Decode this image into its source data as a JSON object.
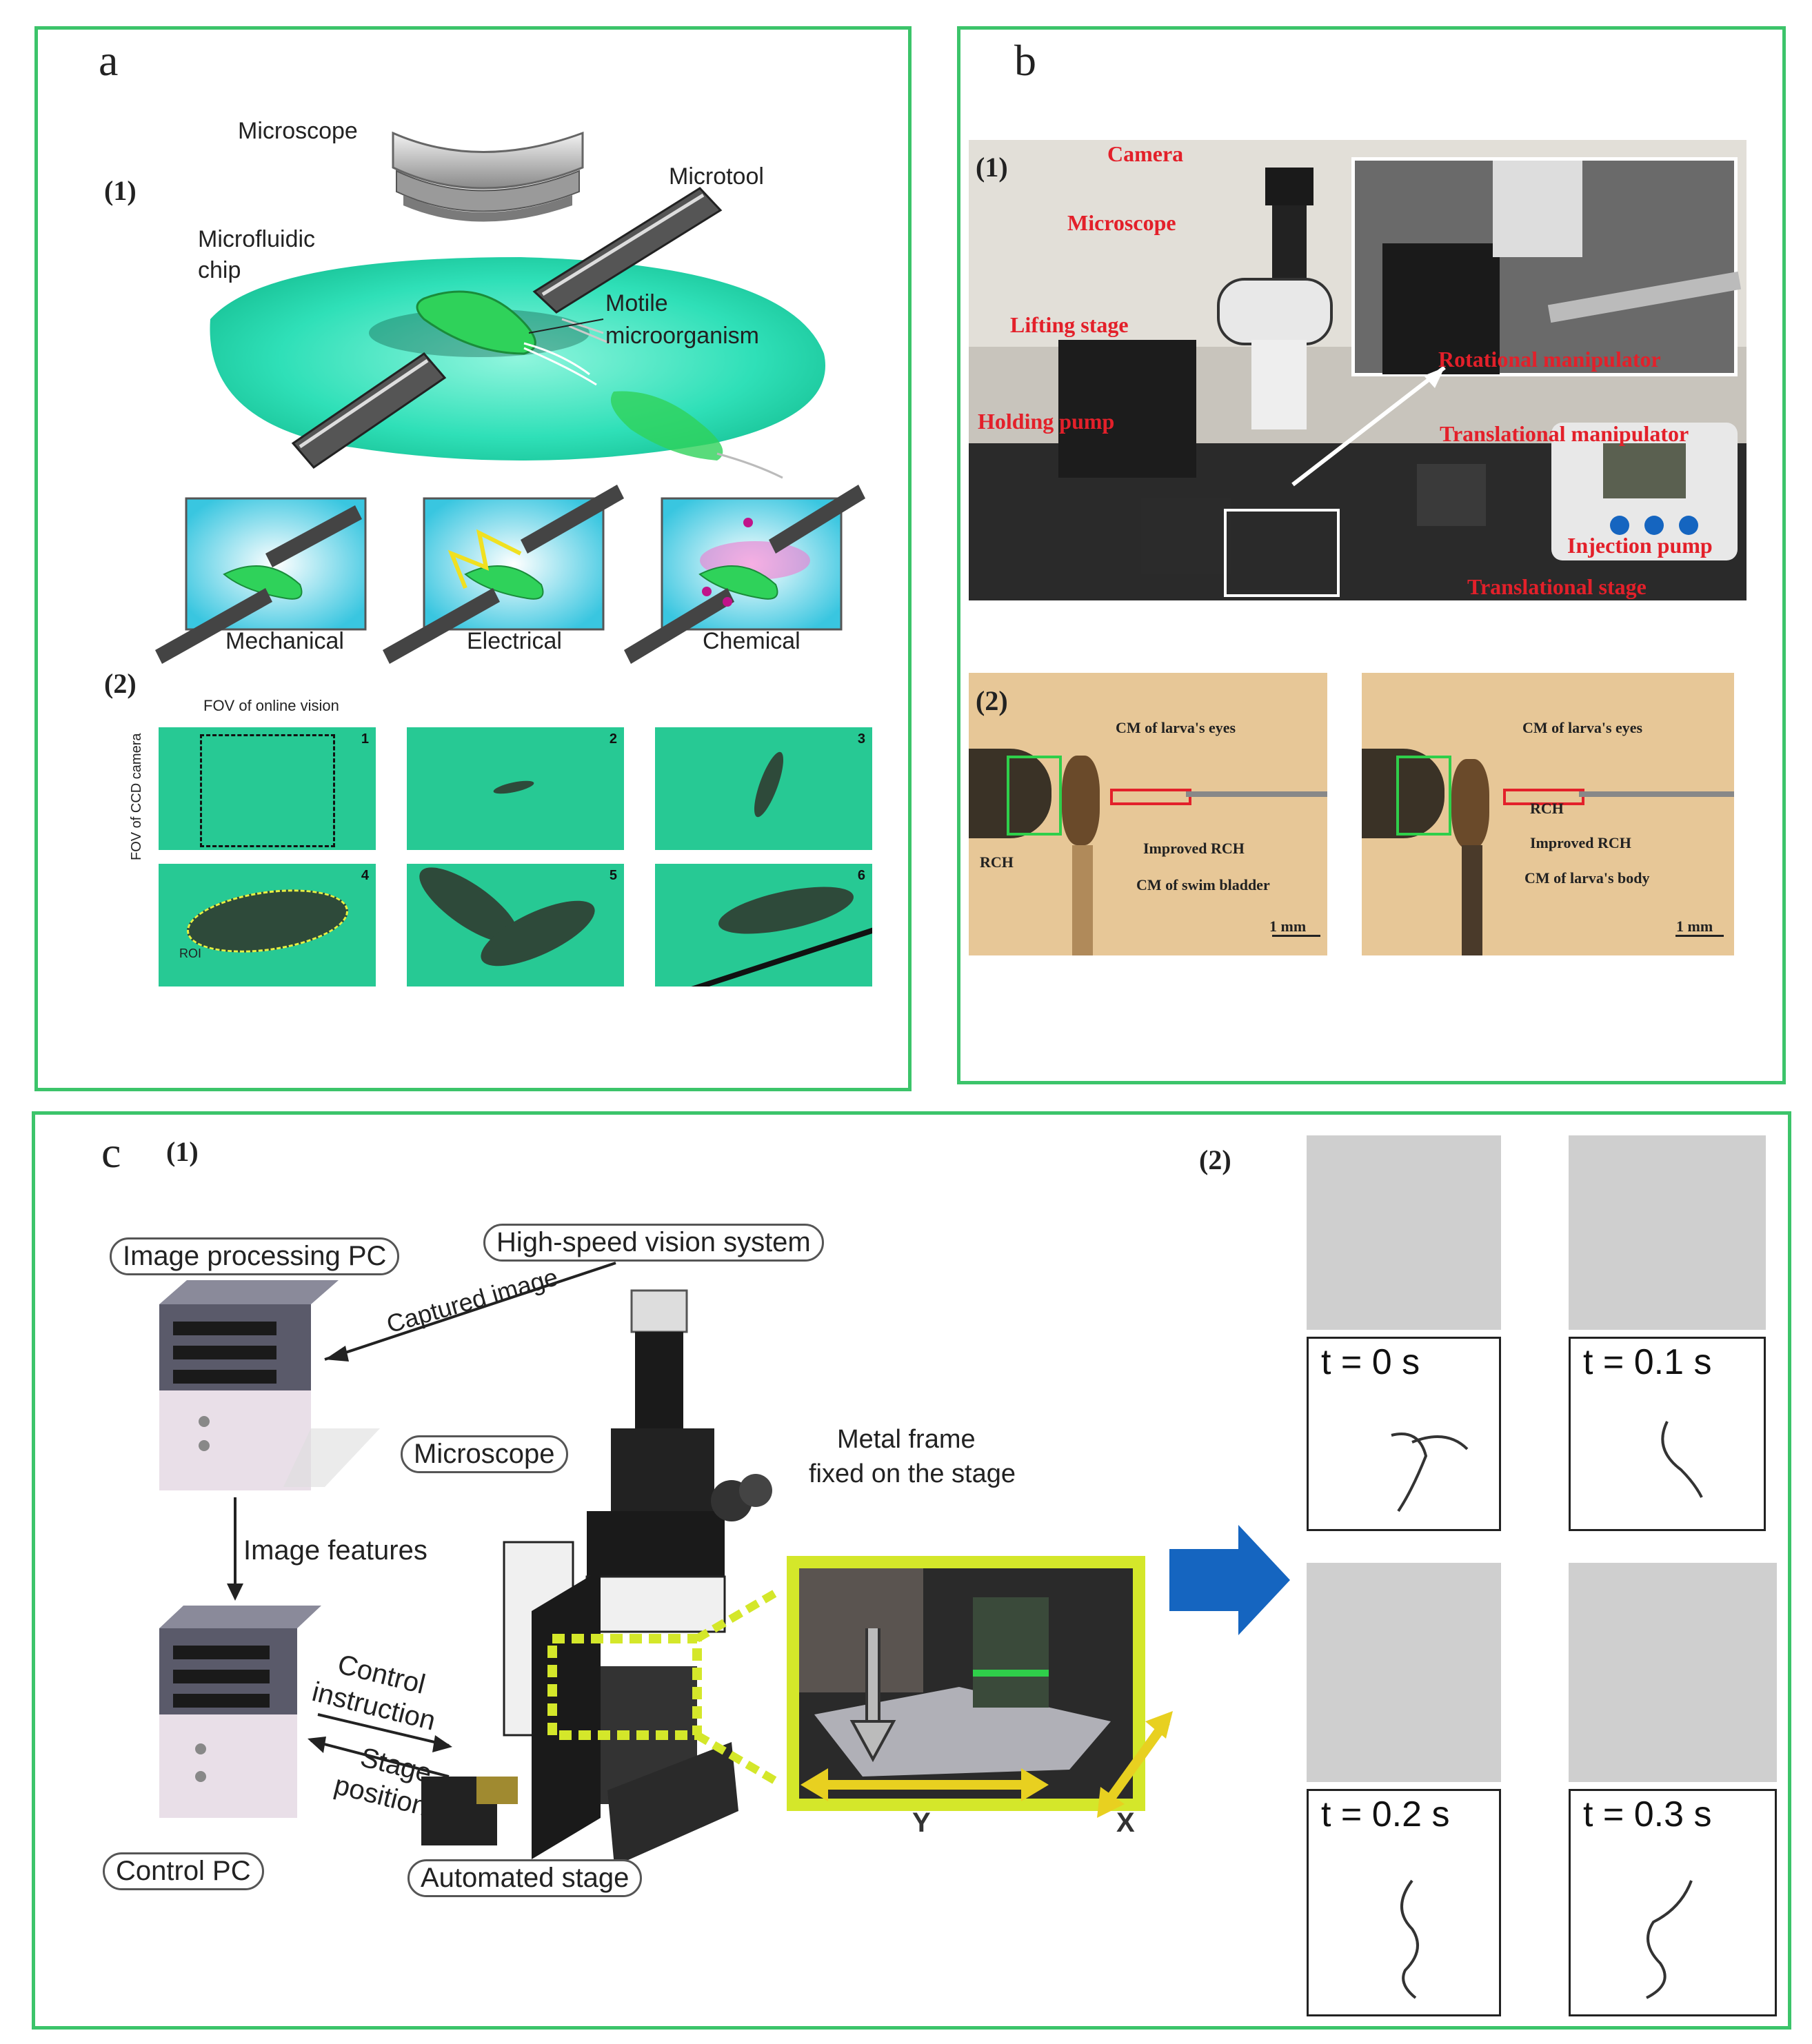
{
  "panel_a": {
    "letter": "a",
    "sub1": "(1)",
    "sub2": "(2)",
    "labels": {
      "microscope": "Microscope",
      "microtool": "Microtool",
      "chip_line1": "Microfluidic",
      "chip_line2": "chip",
      "organism_line1": "Motile",
      "organism_line2": "microorganism"
    },
    "modes": [
      "Mechanical",
      "Electrical",
      "Chemical"
    ],
    "fov_online": "FOV of online vision",
    "fov_ccd": "FOV of CCD camera",
    "roi": "ROI",
    "frames": [
      "1",
      "2",
      "3",
      "4",
      "5",
      "6"
    ]
  },
  "panel_b": {
    "letter": "b",
    "sub1": "(1)",
    "sub2": "(2)",
    "setup_labels": {
      "camera": "Camera",
      "microscope": "Microscope",
      "lifting_stage": "Lifting stage",
      "holding_pump": "Holding pump",
      "rotational_manipulator": "Rotational manipulator",
      "translational_manipulator": "Translational manipulator",
      "injection_pump": "Injection pump",
      "translational_stage": "Translational stage"
    },
    "left_labels": {
      "cm_eyes": "CM of larva's eyes",
      "improved_rch": "Improved RCH",
      "rch": "RCH",
      "cm_bladder": "CM of swim bladder",
      "scale": "1 mm"
    },
    "right_labels": {
      "cm_eyes": "CM of larva's eyes",
      "rch": "RCH",
      "improved_rch": "Improved RCH",
      "cm_body": "CM of larva's body",
      "scale": "1 mm"
    }
  },
  "panel_c": {
    "letter": "c",
    "sub1": "(1)",
    "sub2": "(2)",
    "labels": {
      "image_pc": "Image processing PC",
      "vision_system": "High-speed vision system",
      "captured_image": "Captured image",
      "microscope": "Microscope",
      "image_features": "Image features",
      "control_line1": "Control",
      "control_line2": "instruction",
      "stage_line1": "Stage",
      "stage_line2": "position",
      "control_pc": "Control PC",
      "automated_stage": "Automated stage",
      "metal_line1": "Metal frame",
      "metal_line2": "fixed on the stage",
      "axis_y": "Y",
      "axis_x": "X"
    },
    "times": [
      "t = 0 s",
      "t = 0.1 s",
      "t = 0.2 s",
      "t = 0.3 s"
    ]
  },
  "colors": {
    "border": "#3cc46a",
    "red_label": "#e3202a",
    "chip": "#2fe0b8",
    "organism": "#2fd25a",
    "arrow_blue": "#1565c0",
    "highlight_yellow": "#d4e72a"
  }
}
